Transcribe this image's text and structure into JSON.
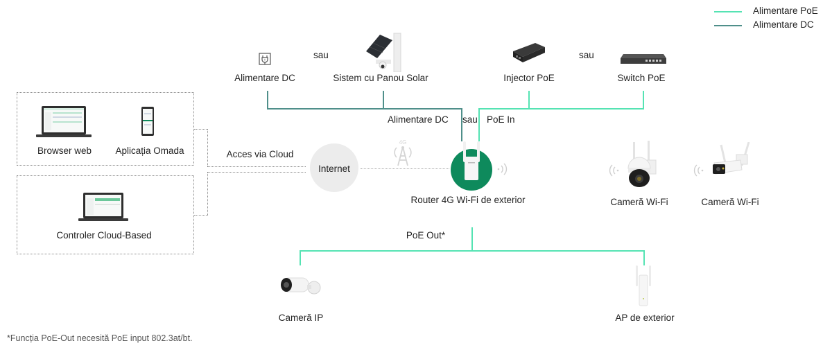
{
  "legend": {
    "poe": {
      "label": "Alimentare PoE",
      "color": "#55e3b3"
    },
    "dc": {
      "label": "Alimentare DC",
      "color": "#4f8f8a"
    }
  },
  "power_sources": {
    "dc_adapter": "Alimentare DC",
    "or_1": "sau",
    "solar": "Sistem cu Panou Solar",
    "injector": "Injector PoE",
    "or_2": "sau",
    "switch": "Switch PoE"
  },
  "router_inputs": {
    "dc": "Alimentare DC",
    "or": "sau",
    "poe_in": "PoE In"
  },
  "management": {
    "browser": "Browser web",
    "app": "Aplicația Omada",
    "controller": "Controler Cloud-Based",
    "cloud_access": "Acces via Cloud"
  },
  "internet": "Internet",
  "network_badge": "4G",
  "router": "Router 4G Wi-Fi de exterior",
  "wifi_clients": [
    {
      "label": "Cameră Wi-Fi"
    },
    {
      "label": "Cameră Wi-Fi"
    }
  ],
  "poe_out": {
    "label": "PoE Out*",
    "devices": [
      {
        "label": "Cameră IP"
      },
      {
        "label": "AP de exterior"
      }
    ]
  },
  "footnote": "*Funcția PoE-Out necesită PoE input 802.3at/bt.",
  "colors": {
    "router_circle": "#0e8a5c",
    "internet_circle": "#ececec"
  }
}
